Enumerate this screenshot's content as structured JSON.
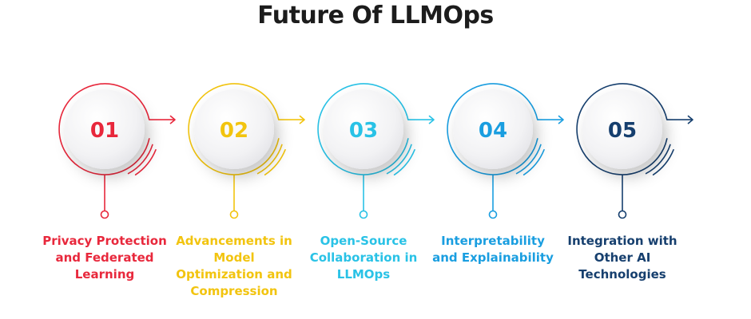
{
  "title": "Future Of LLMOps",
  "steps": [
    {
      "number": "01",
      "label": "Privacy Protection and Federated Learning",
      "color": "#e8283c"
    },
    {
      "number": "02",
      "label": "Advancements in Model Optimization and Compression",
      "color": "#f2c40f"
    },
    {
      "number": "03",
      "label": "Open-Source Collaboration in LLMOps",
      "color": "#29c2e6"
    },
    {
      "number": "04",
      "label": "Interpretability and Explainability",
      "color": "#1a9ee0"
    },
    {
      "number": "05",
      "label": "Integration with Other AI Technologies",
      "color": "#163f6e"
    }
  ]
}
